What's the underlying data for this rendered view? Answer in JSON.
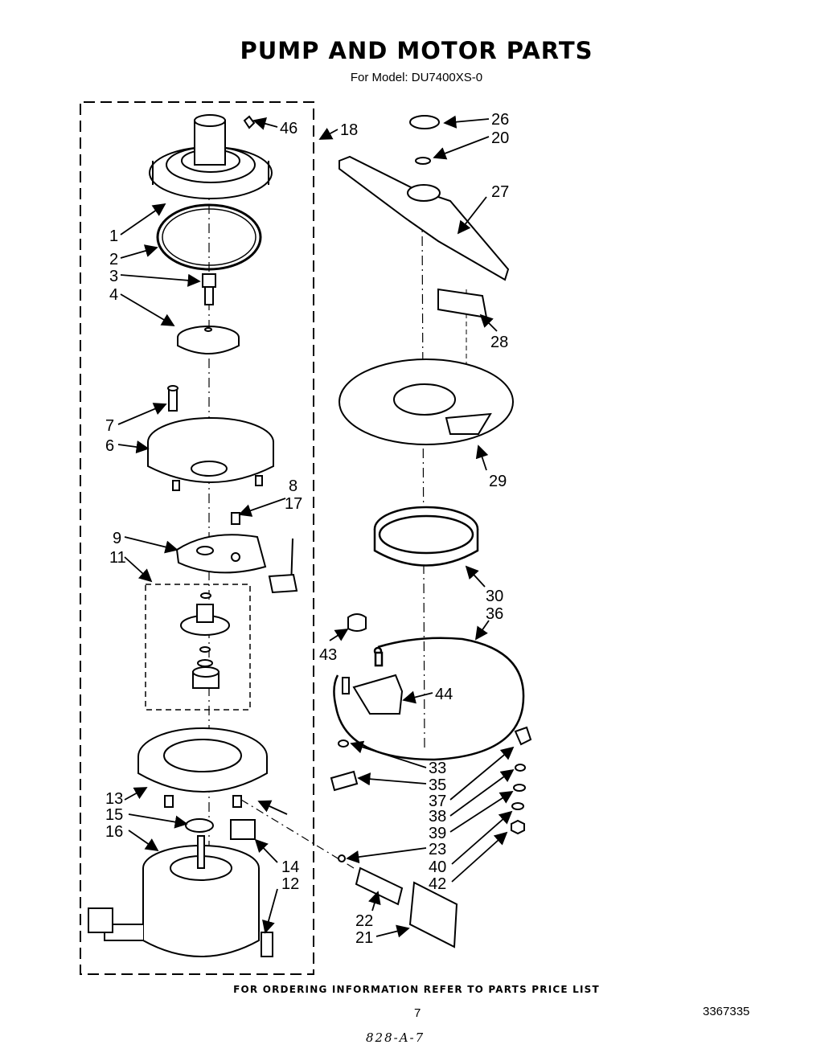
{
  "header": {
    "title": "PUMP AND MOTOR PARTS",
    "subtitle": "For Model: DU7400XS-0"
  },
  "callouts": {
    "c1": "1",
    "c2": "2",
    "c3": "3",
    "c4": "4",
    "c6": "6",
    "c7": "7",
    "c8": "8",
    "c9": "9",
    "c11": "11",
    "c12": "12",
    "c13": "13",
    "c14": "14",
    "c15": "15",
    "c16": "16",
    "c17": "17",
    "c18": "18",
    "c20": "20",
    "c21": "21",
    "c22": "22",
    "c23": "23",
    "c26": "26",
    "c27": "27",
    "c28": "28",
    "c29": "29",
    "c30": "30",
    "c33": "33",
    "c35": "35",
    "c36": "36",
    "c37": "37",
    "c38": "38",
    "c39": "39",
    "c40": "40",
    "c42": "42",
    "c43": "43",
    "c44": "44",
    "c46": "46"
  },
  "footer": {
    "note": "FOR ORDERING INFORMATION REFER TO PARTS PRICE LIST",
    "page_number": "7",
    "part_code": "3367335",
    "handwritten_code": "828-A-7"
  }
}
